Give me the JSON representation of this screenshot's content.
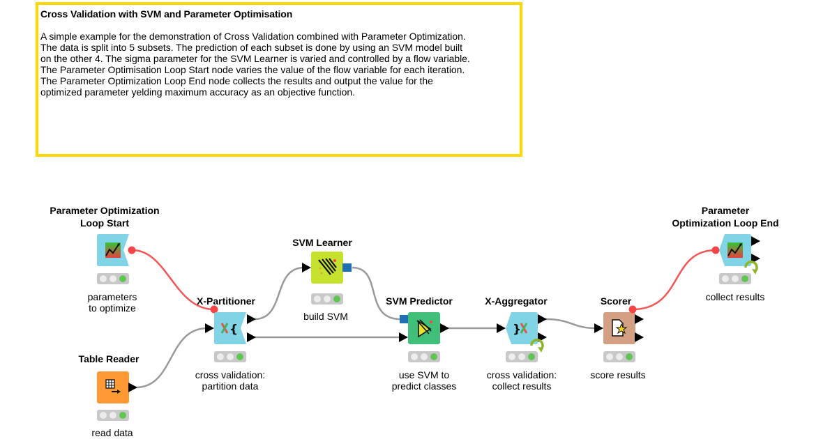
{
  "annotation": {
    "title": "Cross Validation with SVM and Parameter Optimisation",
    "body": "A simple example for the demonstration of Cross Validation combined with Parameter Optimization.\nThe data is split into 5 subsets. The prediction of each subset is done by using an SVM model built\non the other 4. The sigma parameter for the SVM Learner is varied and controlled by a flow variable.\nThe Parameter Optimisation Loop Start node varies the value of the flow variable for each iteration.\nThe Parameter Optimization Loop End node collects the results and output the value for the\noptimized parameter yelding maximum accuracy as an objective function.",
    "border_color": "#ffd800"
  },
  "nodes": [
    {
      "id": "param-loop-start",
      "title": "Parameter Optimization\nLoop Start",
      "description": "parameters\nto optimize",
      "color": "#80d4e6",
      "icon": "chart-line-icon",
      "status": "executed"
    },
    {
      "id": "x-partitioner",
      "title": "X-Partitioner",
      "description": "cross validation:\npartition data",
      "color": "#80d4e6",
      "icon": "x-brace-icon",
      "status": "executed"
    },
    {
      "id": "table-reader",
      "title": "Table Reader",
      "description": "read data",
      "color": "#ff9933",
      "icon": "table-arrow-icon",
      "status": "executed"
    },
    {
      "id": "svm-learner",
      "title": "SVM Learner",
      "description": "build SVM",
      "color": "#c6e22e",
      "icon": "svm-stripes-icon",
      "status": "executed"
    },
    {
      "id": "svm-predictor",
      "title": "SVM Predictor",
      "description": "use SVM to\npredict classes",
      "color": "#3fbf77",
      "icon": "predictor-triangle-icon",
      "status": "executed"
    },
    {
      "id": "x-aggregator",
      "title": "X-Aggregator",
      "description": "cross validation:\ncollect results",
      "color": "#80d4e6",
      "icon": "brace-x-icon",
      "status": "executed"
    },
    {
      "id": "scorer",
      "title": "Scorer",
      "description": "score results",
      "color": "#d4a083",
      "icon": "document-star-icon",
      "status": "executed"
    },
    {
      "id": "param-loop-end",
      "title": "Parameter\nOptimization Loop End",
      "description": "collect results",
      "color": "#80d4e6",
      "icon": "chart-line-icon",
      "status": "executed"
    }
  ],
  "connections": [
    {
      "from": "param-loop-start",
      "to": "x-partitioner",
      "type": "flow-variable",
      "color": "#f45454"
    },
    {
      "from": "table-reader",
      "to": "x-partitioner",
      "type": "data",
      "color": "#999999"
    },
    {
      "from": "x-partitioner",
      "to": "svm-learner",
      "type": "data",
      "color": "#999999"
    },
    {
      "from": "x-partitioner",
      "to": "svm-predictor",
      "type": "data",
      "color": "#999999"
    },
    {
      "from": "svm-learner",
      "to": "svm-predictor",
      "type": "model",
      "color": "#999999"
    },
    {
      "from": "svm-predictor",
      "to": "x-aggregator",
      "type": "data",
      "color": "#999999"
    },
    {
      "from": "x-aggregator",
      "to": "scorer",
      "type": "data",
      "color": "#999999"
    },
    {
      "from": "scorer",
      "to": "param-loop-end",
      "type": "flow-variable",
      "color": "#f45454"
    }
  ]
}
